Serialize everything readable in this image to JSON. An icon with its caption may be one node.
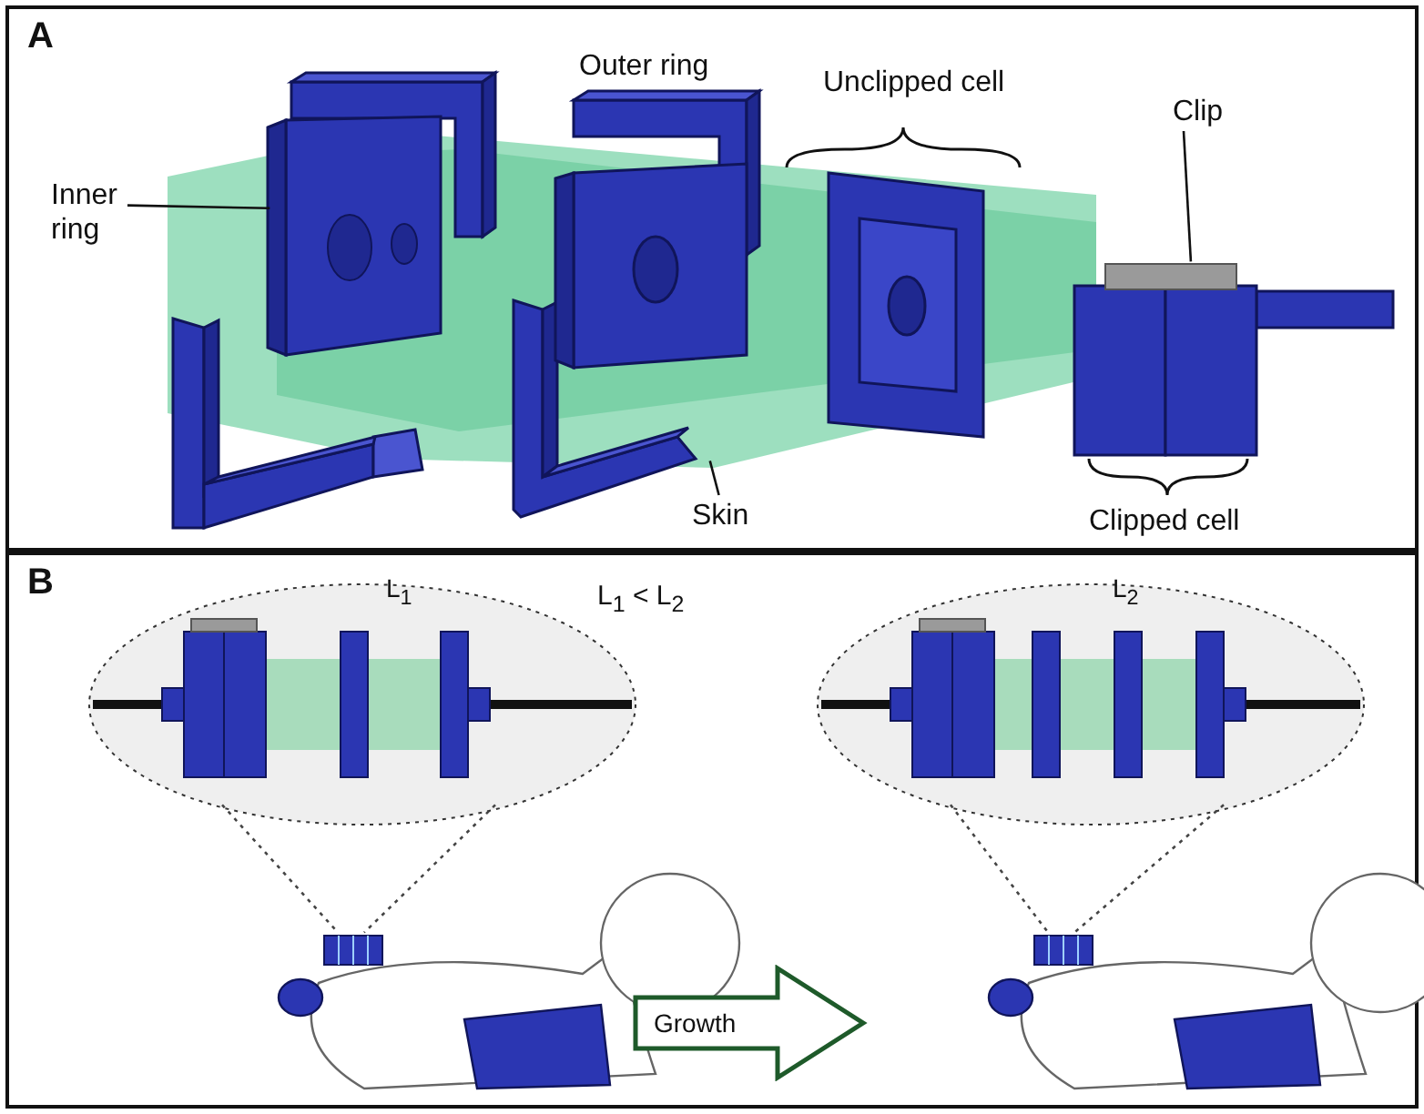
{
  "diagram": {
    "nodes": [
      {
        "text": [
          "A"
        ]
      },
      {
        "text": [
          "Inner ring"
        ],
        "in": 0
      },
      {
        "text": [],
        "shape": "picture",
        "in": 0
      },
      {
        "text": [
          "Clip"
        ],
        "in": 0
      },
      {
        "text": [],
        "shape": "box",
        "in": 0
      },
      {
        "text": [
          "Skin"
        ],
        "in": 0
      },
      {
        "text": [],
        "shape": "picture",
        "in": 0
      },
      {
        "text": [
          "B"
        ]
      },
      {
        "text": [
          "Growth"
        ],
        "in": 7
      },
      {
        "text": [],
        "shape": "circle",
        "in": 7
      },
      {
        "text": [],
        "shape": "circle",
        "in": 7
      },
      {
        "text": [],
        "shape": "box",
        "in": 7
      },
      {
        "text": [],
        "shape": "box",
        "in": 7
      }
    ],
    "edges": [
      {
        "from": 1,
        "to": 2,
        "arrow": "none"
      },
      {
        "from": 3,
        "to": 4,
        "arrow": "none"
      },
      {
        "from": 5,
        "to": 6,
        "arrow": "none"
      },
      {
        "from": 9,
        "to": 11,
        "arrow": "none",
        "style": "dashed"
      },
      {
        "from": 9,
        "to": 11,
        "arrow": "none",
        "style": "dashed"
      },
      {
        "from": 10,
        "to": 12,
        "arrow": "none",
        "style": "dashed"
      },
      {
        "from": 10,
        "to": 12,
        "arrow": "none",
        "style": "dashed"
      }
    ],
    "labels": [
      "Outer ring",
      "Unclipped cell",
      "Clipped cell",
      "L$_{1}$",
      "L$_{1}$ < L$_{2}$",
      "L$_{2}$"
    ]
  }
}
